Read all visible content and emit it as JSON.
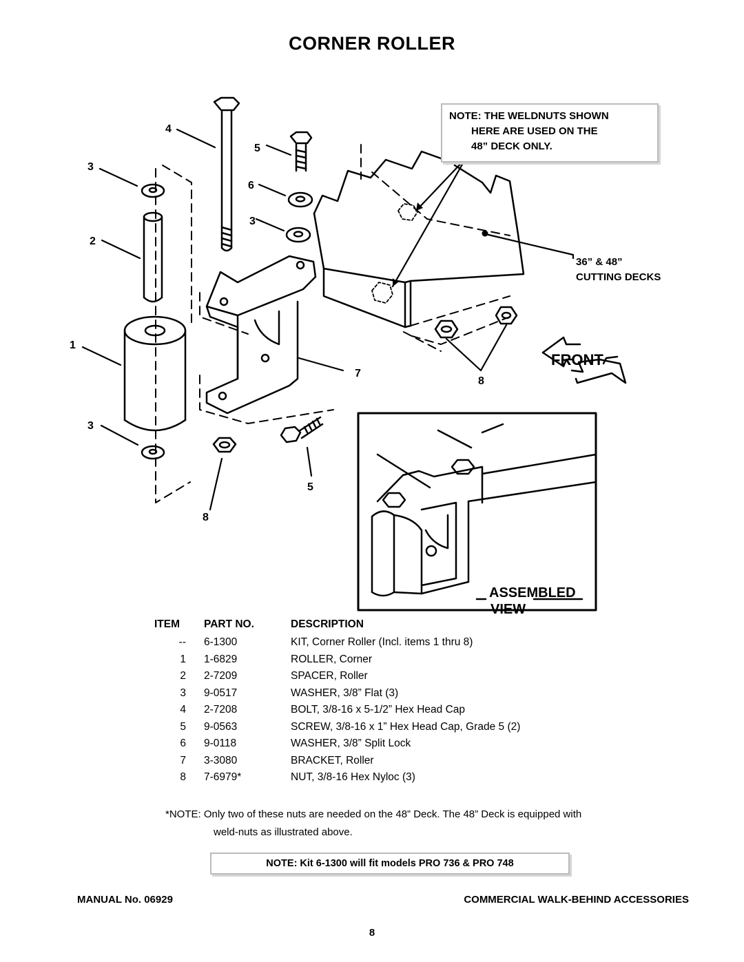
{
  "title": "CORNER ROLLER",
  "diagram": {
    "callouts": [
      "4",
      "5",
      "3",
      "6",
      "2",
      "3",
      "1",
      "7",
      "8",
      "3",
      "5",
      "8"
    ],
    "weldnut_note": {
      "line1": "NOTE: THE WELDNUTS SHOWN",
      "line2": "HERE ARE USED ON THE",
      "line3": "48” DECK ONLY."
    },
    "deck_label": {
      "line1": "36” & 48”",
      "line2": "CUTTING DECKS"
    },
    "front_label": "FRONT",
    "assembled_label": {
      "line1": "ASSEMBLED",
      "line2": "VIEW"
    }
  },
  "parts_table": {
    "headers": {
      "item": "ITEM",
      "part_no": "PART NO.",
      "description": "DESCRIPTION"
    },
    "rows": [
      {
        "item": "--",
        "part_no": "6-1300",
        "description": "KIT, Corner Roller (Incl. items 1 thru 8)"
      },
      {
        "item": "1",
        "part_no": "1-6829",
        "description": "ROLLER, Corner"
      },
      {
        "item": "2",
        "part_no": "2-7209",
        "description": "SPACER, Roller"
      },
      {
        "item": "3",
        "part_no": "9-0517",
        "description": "WASHER, 3/8” Flat (3)"
      },
      {
        "item": "4",
        "part_no": "2-7208",
        "description": "BOLT, 3/8-16 x 5-1/2” Hex Head Cap"
      },
      {
        "item": "5",
        "part_no": "9-0563",
        "description": "SCREW, 3/8-16 x 1” Hex Head Cap, Grade 5 (2)"
      },
      {
        "item": "6",
        "part_no": "9-0118",
        "description": "WASHER, 3/8” Split Lock"
      },
      {
        "item": "7",
        "part_no": "3-3080",
        "description": "BRACKET, Roller"
      },
      {
        "item": "8",
        "part_no": "7-6979*",
        "description": "NUT, 3/8-16 Hex Nyloc (3)"
      }
    ]
  },
  "footnote": {
    "line1": "*NOTE: Only two of these nuts are needed on the 48” Deck. The 48” Deck is equipped with",
    "line2": "weld-nuts as illustrated above."
  },
  "kit_note": "NOTE: Kit 6-1300 will fit models PRO 736 & PRO 748",
  "footer": {
    "manual": "MANUAL No. 06929",
    "section": "COMMERCIAL WALK-BEHIND ACCESSORIES",
    "page": "8"
  }
}
